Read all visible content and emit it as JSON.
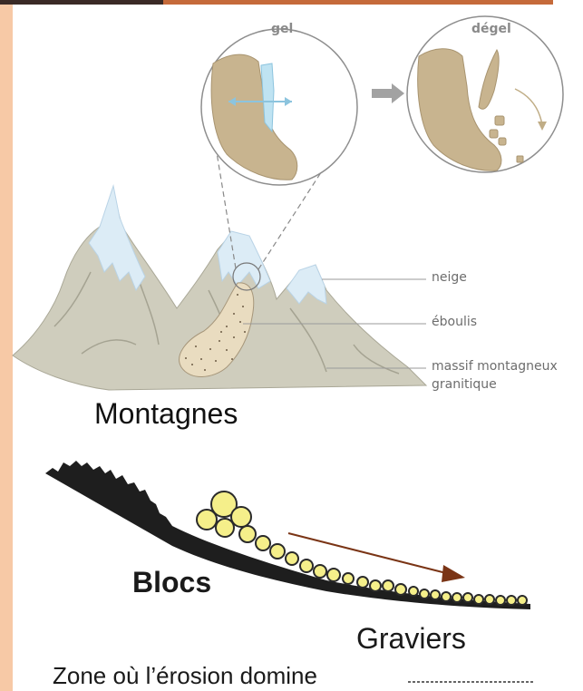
{
  "circles": {
    "left_title": "gel",
    "right_title": "dégel"
  },
  "labels": {
    "neige": "neige",
    "eboulis": "éboulis",
    "massif_line1": "massif montagneux",
    "massif_line2": "granitique"
  },
  "captions": {
    "montagnes": "Montagnes",
    "blocs": "Blocs",
    "graviers": "Graviers",
    "zone": "Zone où l’érosion domine"
  }
}
